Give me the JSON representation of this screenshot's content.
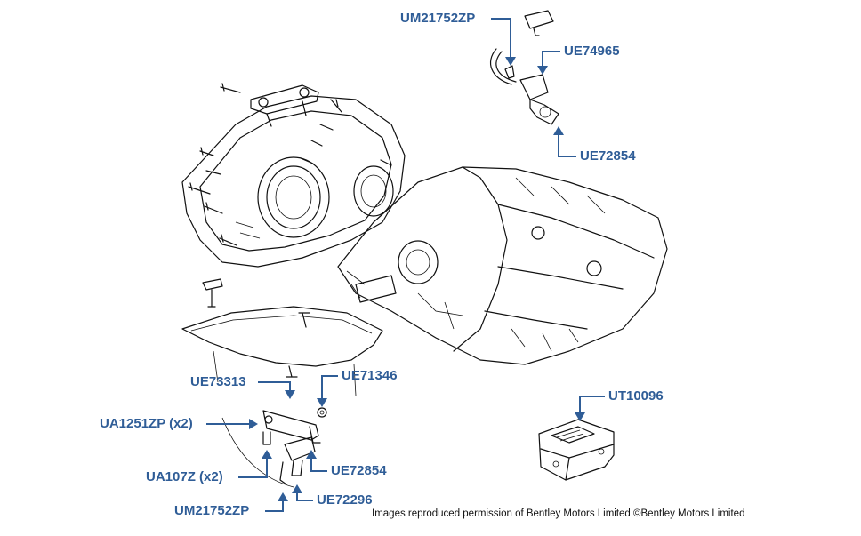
{
  "labels": {
    "um21752zp_top": "UM21752ZP",
    "ue74965": "UE74965",
    "ue72854_top": "UE72854",
    "ue73313": "UE73313",
    "ue71346": "UE71346",
    "ua1251zp": "UA1251ZP (x2)",
    "ua107z": "UA107Z (x2)",
    "ue72854_bottom": "UE72854",
    "ue72296": "UE72296",
    "um21752zp_bottom": "UM21752ZP",
    "ut10096": "UT10096"
  },
  "credit": "Images reproduced permission of Bentley Motors Limited ©Bentley Motors Limited",
  "colors": {
    "label": "#2f5d97",
    "line_art": "#111111",
    "background": "#ffffff"
  }
}
